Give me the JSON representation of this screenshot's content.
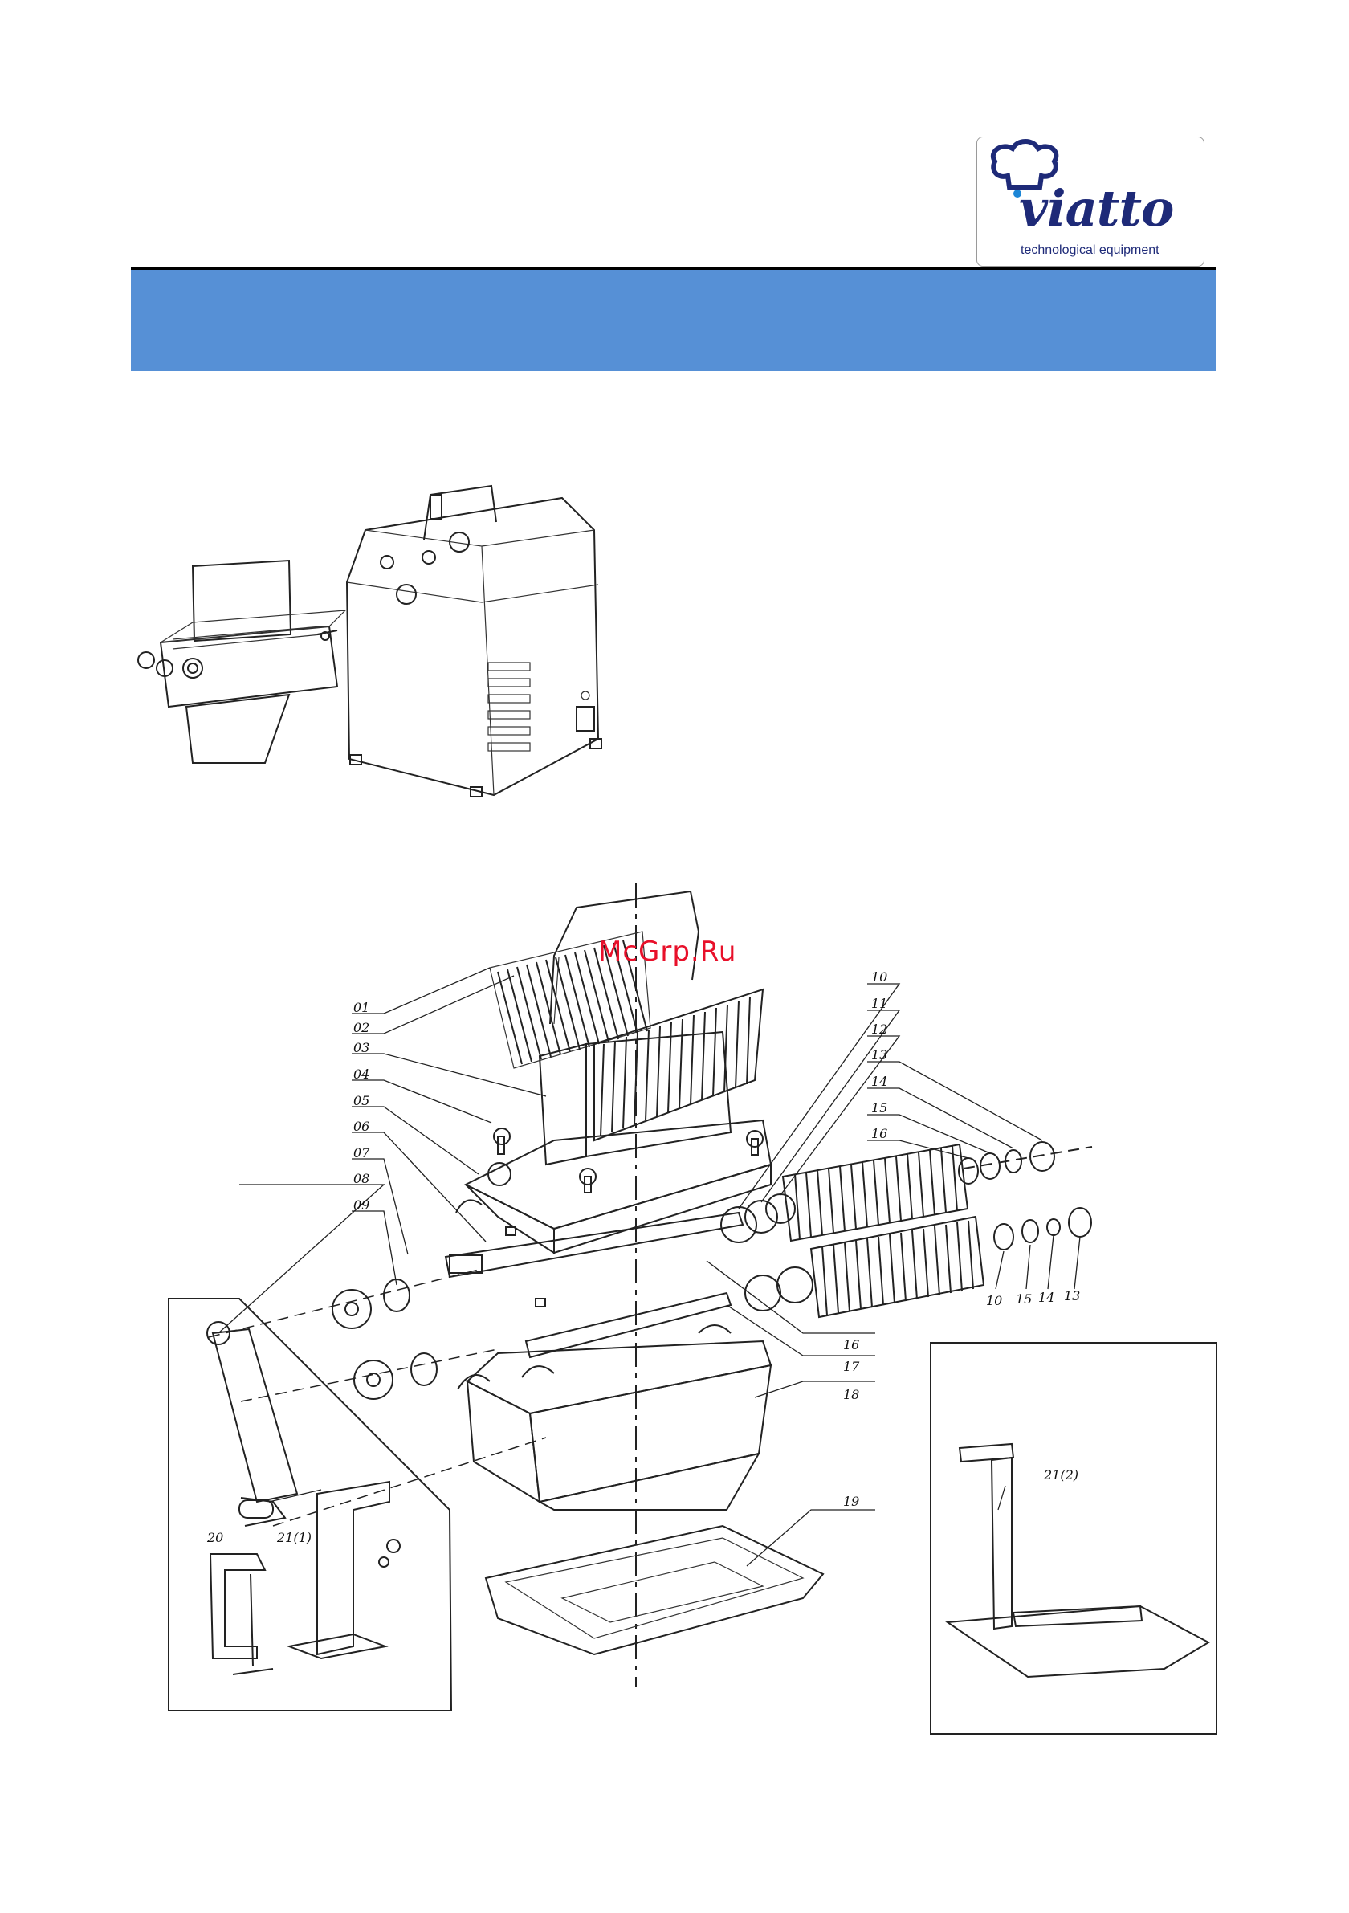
{
  "brand": {
    "name": "viatto",
    "tagline": "technological equipment",
    "text_color": "#1e2a78",
    "accent_color": "#1c86d6"
  },
  "header": {
    "banner_color": "#5690d6",
    "rule_color": "#000000"
  },
  "watermark": {
    "text": "McGrp.Ru",
    "color": "#e8102a"
  },
  "parts": {
    "p01": "01",
    "p02": "02",
    "p03": "03",
    "p04": "04",
    "p05": "05",
    "p06": "06",
    "p07": "07",
    "p08": "08",
    "p09": "09",
    "p10a": "10",
    "p11": "11",
    "p12": "12",
    "p13a": "13",
    "p14a": "14",
    "p15a": "15",
    "p16a": "16",
    "p10b": "10",
    "p15b": "15",
    "p14b": "14",
    "p13b": "13",
    "p16b": "16",
    "p17": "17",
    "p18": "18",
    "p19": "19",
    "p20": "20",
    "p21a": "21(1)",
    "p21b": "21(2)"
  }
}
